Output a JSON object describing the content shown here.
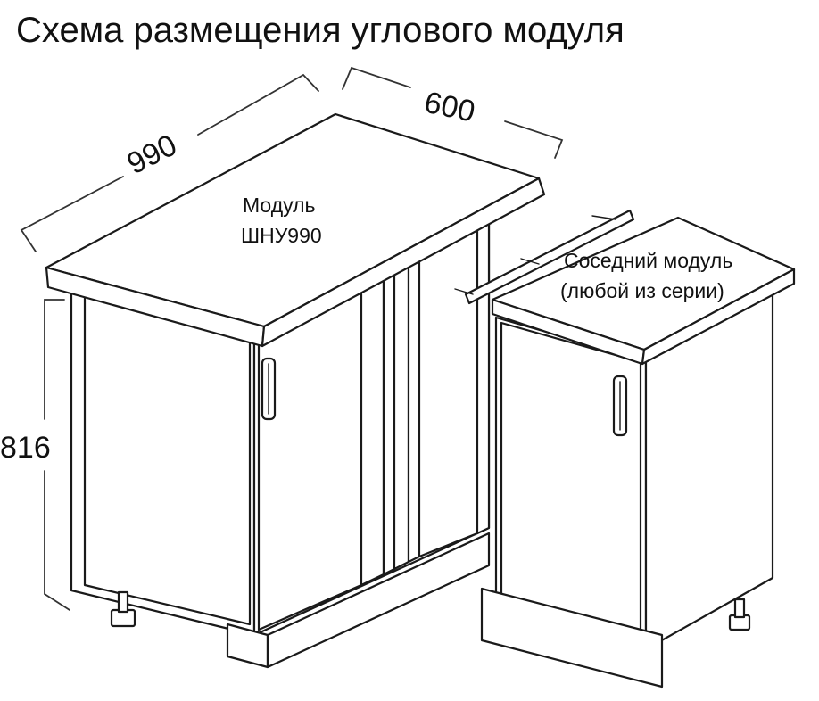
{
  "title": "Схема размещения углового модуля",
  "dimensions": {
    "width_left": "990",
    "width_right": "600",
    "height": "816"
  },
  "module_label": {
    "line1": "Модуль",
    "line2": "ШНУ990"
  },
  "neighbor_label": {
    "line1": "Соседний модуль",
    "line2": "(любой из серии)"
  }
}
